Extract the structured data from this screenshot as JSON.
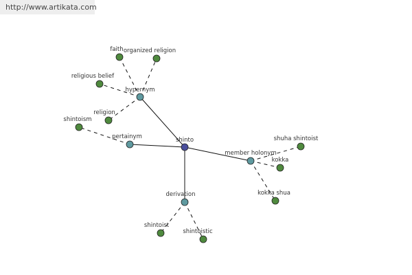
{
  "watermark": "http://www.artikata.com",
  "colors": {
    "center_node": "#4a4e9c",
    "relation_node": "#5f9aa0",
    "leaf_node": "#4f8a3e",
    "edge": "#111111",
    "background": "#ffffff"
  },
  "nodes": [
    {
      "id": "shinto",
      "label": "shinto",
      "kind": "center"
    },
    {
      "id": "hypernym",
      "label": "hypernym",
      "kind": "relation"
    },
    {
      "id": "pertainym",
      "label": "pertainym",
      "kind": "relation"
    },
    {
      "id": "member_holonym",
      "label": "member holonym",
      "kind": "relation"
    },
    {
      "id": "derivation",
      "label": "derivation",
      "kind": "relation"
    },
    {
      "id": "faith",
      "label": "faith",
      "kind": "leaf"
    },
    {
      "id": "organized_religion",
      "label": "organized religion",
      "kind": "leaf"
    },
    {
      "id": "religious_belief",
      "label": "religious belief",
      "kind": "leaf"
    },
    {
      "id": "religion",
      "label": "religion",
      "kind": "leaf"
    },
    {
      "id": "shintoism",
      "label": "shintoism",
      "kind": "leaf"
    },
    {
      "id": "shuha_shintoist",
      "label": "shuha shintoist",
      "kind": "leaf"
    },
    {
      "id": "kokka",
      "label": "kokka",
      "kind": "leaf"
    },
    {
      "id": "kokka_shua",
      "label": "kokka shua",
      "kind": "leaf"
    },
    {
      "id": "shintoist",
      "label": "shintoist",
      "kind": "leaf"
    },
    {
      "id": "shintoistic",
      "label": "shintoistic",
      "kind": "leaf"
    }
  ],
  "edges": [
    {
      "from": "shinto",
      "to": "hypernym",
      "style": "solid"
    },
    {
      "from": "shinto",
      "to": "pertainym",
      "style": "solid"
    },
    {
      "from": "shinto",
      "to": "member_holonym",
      "style": "solid"
    },
    {
      "from": "shinto",
      "to": "derivation",
      "style": "solid"
    },
    {
      "from": "hypernym",
      "to": "faith",
      "style": "dashed"
    },
    {
      "from": "hypernym",
      "to": "organized_religion",
      "style": "dashed"
    },
    {
      "from": "hypernym",
      "to": "religious_belief",
      "style": "dashed"
    },
    {
      "from": "hypernym",
      "to": "religion",
      "style": "dashed"
    },
    {
      "from": "pertainym",
      "to": "shintoism",
      "style": "dashed"
    },
    {
      "from": "member_holonym",
      "to": "shuha_shintoist",
      "style": "dashed"
    },
    {
      "from": "member_holonym",
      "to": "kokka",
      "style": "dashed"
    },
    {
      "from": "member_holonym",
      "to": "kokka_shua",
      "style": "dashed"
    },
    {
      "from": "derivation",
      "to": "shintoist",
      "style": "dashed"
    },
    {
      "from": "derivation",
      "to": "shintoistic",
      "style": "dashed"
    }
  ]
}
